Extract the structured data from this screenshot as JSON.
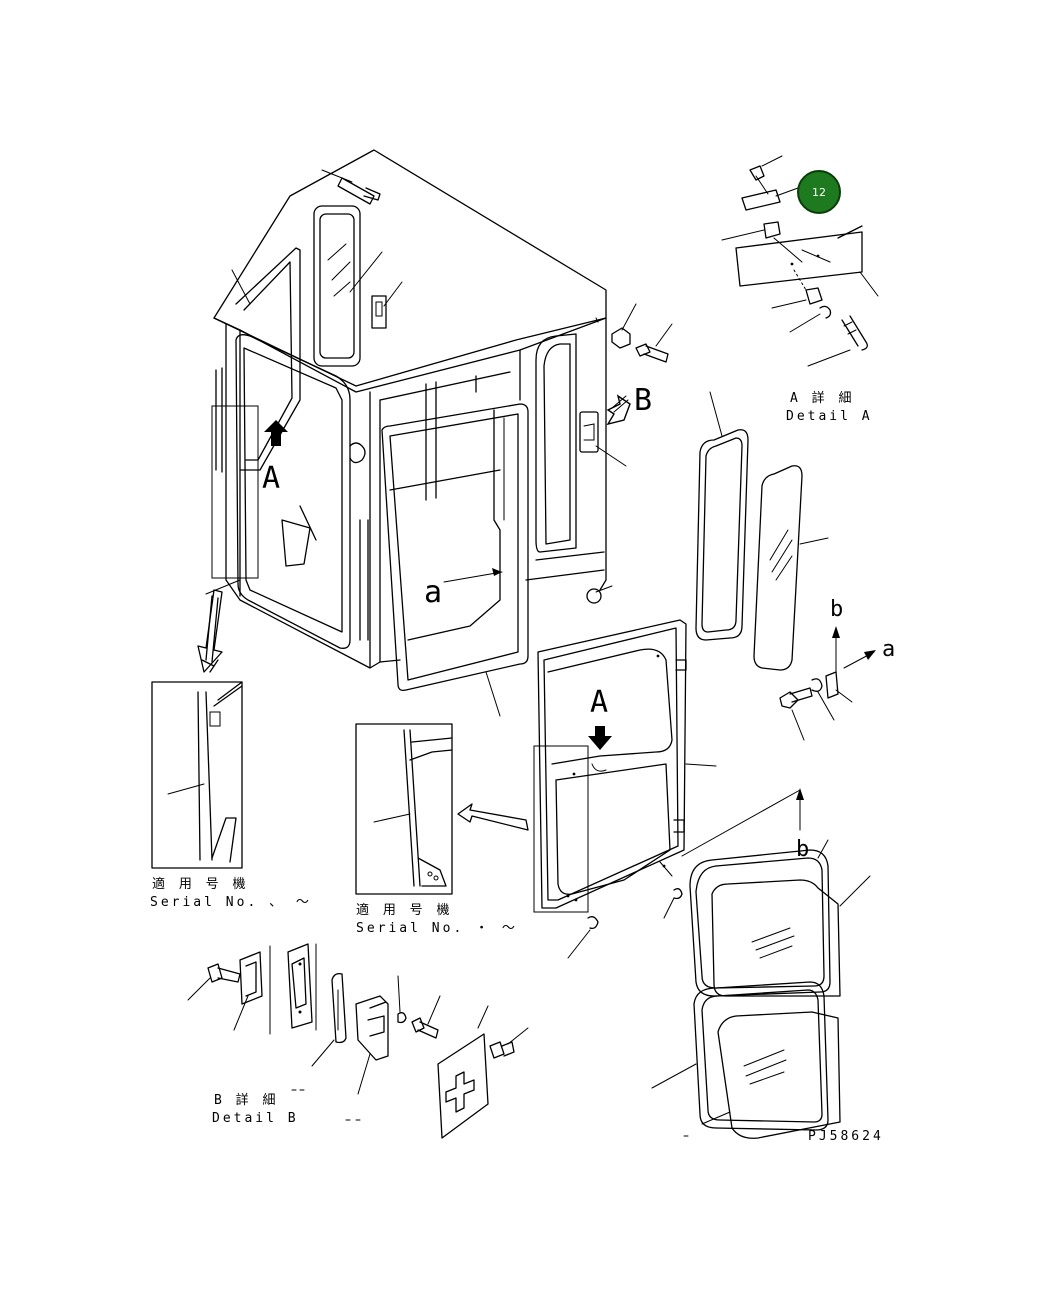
{
  "labels": {
    "detail_a_jp": "A 詳 細",
    "detail_a_en": "Detail A",
    "detail_b_jp": "B 詳 細",
    "detail_b_en": "Detail B",
    "serial_jp_1": "適 用 号 機",
    "serial_en_1": "Serial No.  、 ～",
    "serial_jp_2": "適 用 号 機",
    "serial_en_2": "Serial No.  ・ ～",
    "view_a_1": "A",
    "view_a_2": "A",
    "view_b": "B",
    "ref_a_1": "a",
    "ref_a_2": "a",
    "ref_b_1": "b",
    "ref_b_2": "b",
    "drawing_no": "PJ58624"
  },
  "callout": {
    "number": "12",
    "fill": "#1e7a1e",
    "ring": "#0b3d0b"
  }
}
